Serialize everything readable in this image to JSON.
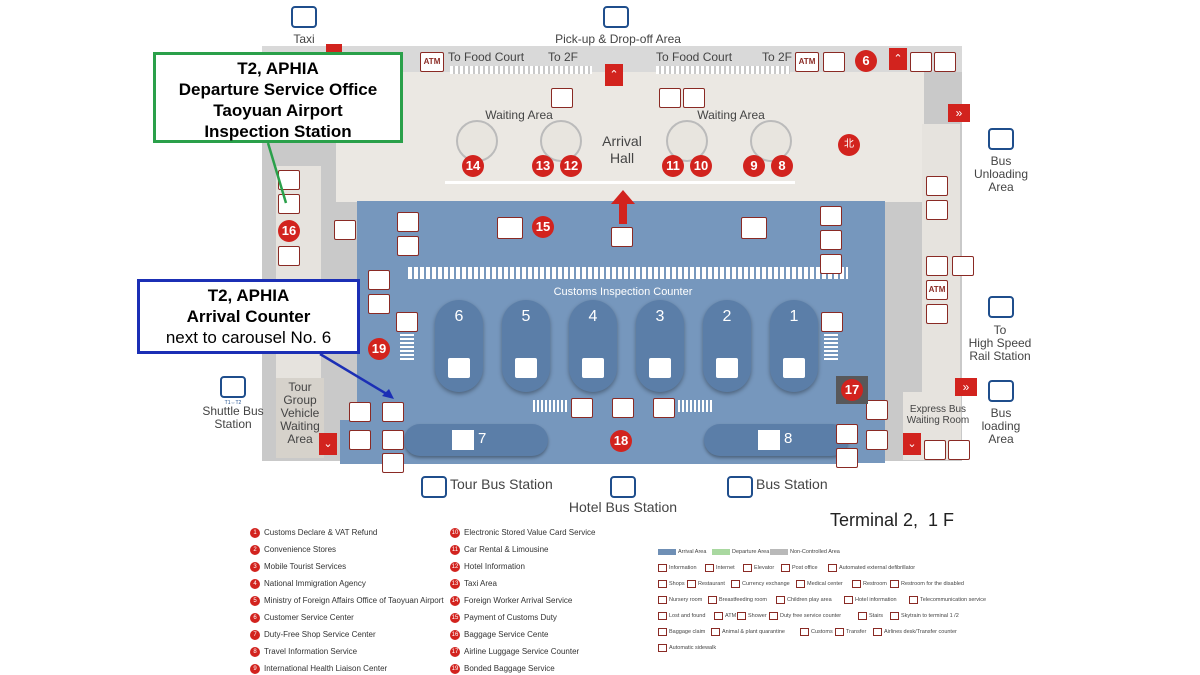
{
  "transport": {
    "taxi": "Taxi",
    "pickup": "Pick-up & Drop-off Area",
    "bus_unloading": "Bus\nUnloading\nArea",
    "high_speed_rail": "To\nHigh Speed\nRail Station",
    "bus_loading": "Bus\nloading\nArea",
    "shuttle_bus": "Shuttle Bus\nStation",
    "tour_bus": "Tour Bus Station",
    "hotel_bus": "Hotel Bus Station",
    "bus_station": "Bus Station"
  },
  "map_labels": {
    "food_court_1": "To Food Court",
    "to_2f_1": "To 2F",
    "food_court_2": "To Food Court",
    "to_2f_2": "To 2F",
    "waiting_area_1": "Waiting Area",
    "waiting_area_2": "Waiting Area",
    "arrival_hall": "Arrival\nHall",
    "customs_counter": "Customs Inspection Counter",
    "tour_group": "Tour\nGroup\nVehicle\nWaiting\nArea",
    "express_bus": "Express Bus\nWaiting Room",
    "atm": "ATM",
    "shuttle_tag": "T1⇔T2"
  },
  "carousels": [
    "6",
    "5",
    "4",
    "3",
    "2",
    "1"
  ],
  "long_carousels": [
    "7",
    "8"
  ],
  "badges": {
    "b6": "6",
    "b14": "14",
    "b13": "13",
    "b12": "12",
    "b11": "11",
    "b10": "10",
    "b9": "9",
    "b8": "8",
    "b15": "15",
    "b16": "16",
    "b19": "19",
    "b17": "17",
    "b18": "18"
  },
  "callouts": {
    "departure": [
      "T2, APHIA",
      "Departure Service Office",
      "Taoyuan Airport",
      "Inspection Station"
    ],
    "arrival": [
      "T2, APHIA",
      "Arrival Counter",
      "next to carousel No. 6"
    ]
  },
  "terminal_title": "Terminal 2,  1 F",
  "legend_col1": [
    {
      "n": "1",
      "t": "Customs Declare & VAT Refund"
    },
    {
      "n": "2",
      "t": "Convenience Stores"
    },
    {
      "n": "3",
      "t": "Mobile Tourist Services"
    },
    {
      "n": "4",
      "t": "National Immigration Agency"
    },
    {
      "n": "5",
      "t": "Ministry of Foreign Affairs Office of Taoyuan Airport"
    },
    {
      "n": "6",
      "t": "Customer Service Center"
    },
    {
      "n": "7",
      "t": "Duty-Free Shop Service Center"
    },
    {
      "n": "8",
      "t": "Travel Information Service"
    },
    {
      "n": "9",
      "t": "International Health Liaison Center"
    }
  ],
  "legend_col2": [
    {
      "n": "10",
      "t": "Electronic Stored Value Card Service"
    },
    {
      "n": "11",
      "t": "Car Rental & Limousine"
    },
    {
      "n": "12",
      "t": "Hotel Information"
    },
    {
      "n": "13",
      "t": "Taxi Area"
    },
    {
      "n": "14",
      "t": "Foreign Worker Arrival Service"
    },
    {
      "n": "15",
      "t": "Payment of Customs Duty"
    },
    {
      "n": "16",
      "t": "Baggage Service Cente"
    },
    {
      "n": "17",
      "t": "Airline Luggage Service Counter"
    },
    {
      "n": "19",
      "t": "Bonded Baggage Service"
    }
  ],
  "area_key": {
    "arrival": "Arrival Area",
    "departure": "Departure Area",
    "non_controlled": "Non-Controlled Area"
  },
  "icon_key_rows": [
    [
      "Information",
      "Internet",
      "Elevator",
      "Post office",
      "Automated external defibrillator"
    ],
    [
      "Shops",
      "Restaurant",
      "Currency exchange",
      "Medical center",
      "Restroom",
      "Restroom for the disabled"
    ],
    [
      "Nursery room",
      "Breastfeeding room",
      "Children play area",
      "Hotel information",
      "Telecommunication service"
    ],
    [
      "Lost and found",
      "ATM",
      "Shower",
      "Duty free service counter",
      "Stairs",
      "Skytrain to terminal 1 /2"
    ],
    [
      "Baggage claim",
      "Animal & plant quarantine",
      "Customs",
      "Transfer",
      "Airlines desk/Transfer counter"
    ],
    [
      "Automatic sidewalk"
    ]
  ],
  "colors": {
    "arrival_area": "#6f8fb5",
    "departure_area": "#a9d8a0",
    "non_controlled": "#b9b9b9",
    "badge_red": "#d2231e",
    "callout_green": "#2aa04a",
    "callout_blue": "#1b2fb5"
  }
}
